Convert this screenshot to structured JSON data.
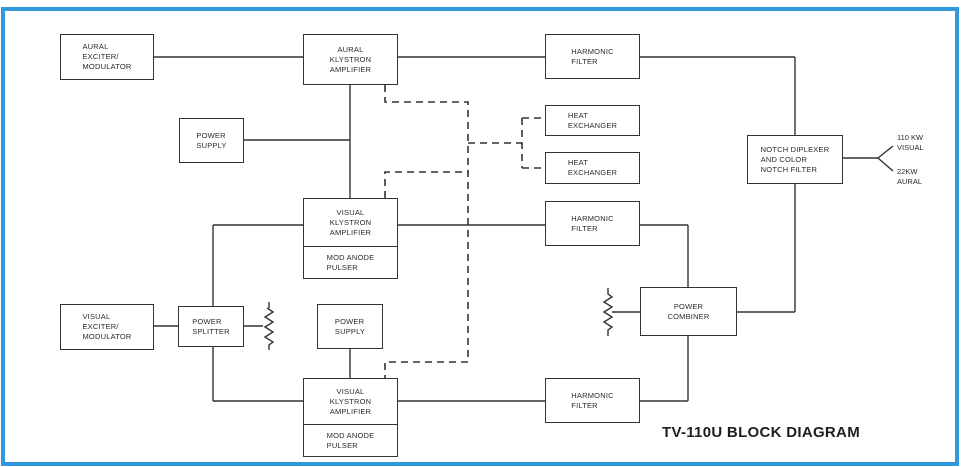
{
  "title": "TV-110U BLOCK DIAGRAM",
  "colors": {
    "frame": "#2f98df",
    "line": "#333333",
    "text": "#2a2a2a"
  },
  "blocks": {
    "aural_exciter": "AURAL\nEXCITER/\nMODULATOR",
    "aural_klystron": "AURAL\nKLYSTRON\nAMPLIFIER",
    "harmonic_filter_1": "HARMONIC\nFILTER",
    "power_supply_1": "POWER\nSUPPLY",
    "heat_exchanger_1": "HEAT\nEXCHANGER",
    "heat_exchanger_2": "HEAT\nEXCHANGER",
    "notch_diplexer": "NOTCH DIPLEXER\nAND COLOR\nNOTCH FILTER",
    "visual_klystron_1": "VISUAL\nKLYSTRON\nAMPLIFIER",
    "mod_anode_pulser_1": "MOD ANODE\nPULSER",
    "harmonic_filter_2": "HARMONIC\nFILTER",
    "visual_exciter": "VISUAL\nEXCITER/\nMODULATOR",
    "power_splitter": "POWER\nSPLITTER",
    "power_supply_2": "POWER\nSUPPLY",
    "power_combiner": "POWER\nCOMBINER",
    "visual_klystron_2": "VISUAL\nKLYSTRON\nAMPLIFIER",
    "mod_anode_pulser_2": "MOD ANODE\nPULSER",
    "harmonic_filter_3": "HARMONIC\nFILTER"
  },
  "outputs": {
    "visual": "110 KW\nVISUAL",
    "aural": "22KW\nAURAL"
  }
}
